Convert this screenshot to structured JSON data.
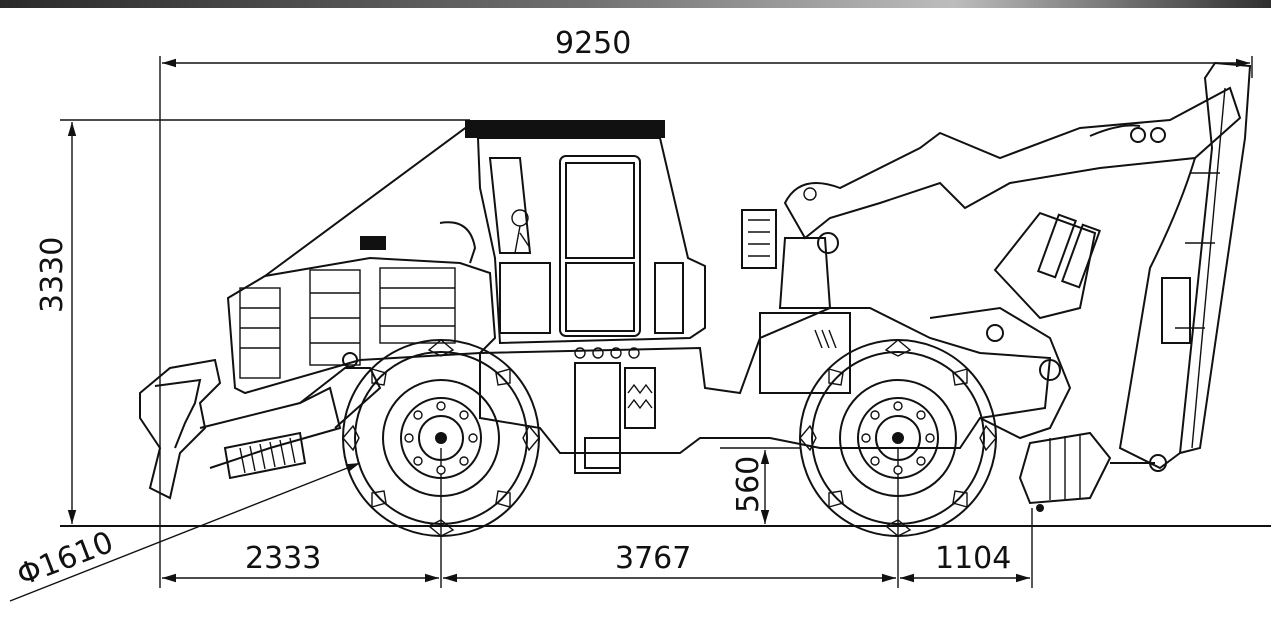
{
  "dimensions": {
    "overall_length": "9250",
    "height": "3330",
    "wheel_diameter": "Φ1610",
    "front_overhang": "2333",
    "wheelbase": "3767",
    "rear_overhang": "1104",
    "ground_clearance": "560"
  },
  "colors": {
    "line": "#111111",
    "background": "#ffffff"
  }
}
